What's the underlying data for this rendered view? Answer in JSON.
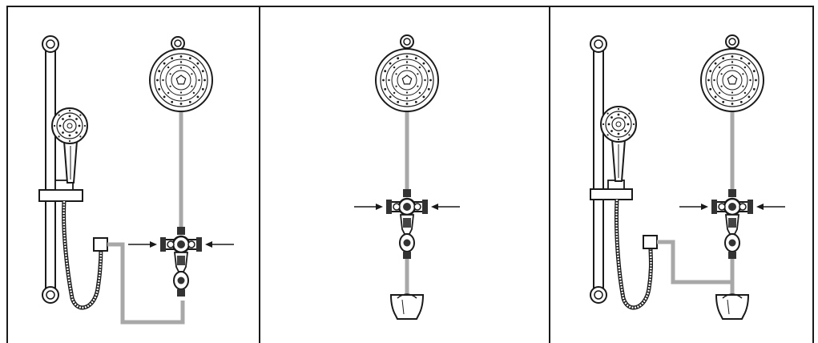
{
  "figure": {
    "panels": [
      {
        "id": "panel-1",
        "components": [
          "slide-bar",
          "hand-shower",
          "hose",
          "wall-connector",
          "shower-head",
          "valve",
          "inlet-arrows",
          "diverter-piping"
        ]
      },
      {
        "id": "panel-2",
        "components": [
          "shower-head",
          "valve",
          "inlet-arrows",
          "tub-spout"
        ]
      },
      {
        "id": "panel-3",
        "components": [
          "slide-bar",
          "hand-shower",
          "hose",
          "wall-connector",
          "shower-head",
          "valve",
          "inlet-arrows",
          "diverter-piping",
          "tub-spout"
        ]
      }
    ],
    "colors": {
      "line": "#1a1a1a",
      "pipe": "#a8a8a8",
      "background": "#ffffff"
    }
  }
}
